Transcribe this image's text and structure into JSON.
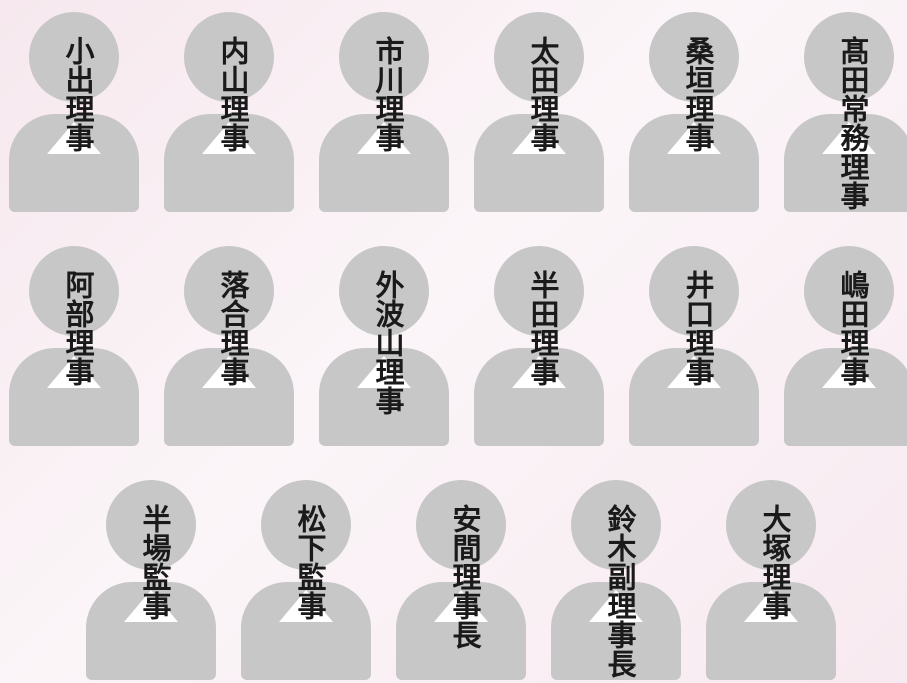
{
  "board": {
    "members": [
      {
        "name": "小出理事"
      },
      {
        "name": "内山理事"
      },
      {
        "name": "市川理事"
      },
      {
        "name": "太田理事"
      },
      {
        "name": "桑垣理事"
      },
      {
        "name": "髙田常務理事"
      },
      {
        "name": "阿部理事"
      },
      {
        "name": "落合理事"
      },
      {
        "name": "外波山理事"
      },
      {
        "name": "半田理事"
      },
      {
        "name": "井口理事"
      },
      {
        "name": "嶋田理事"
      },
      {
        "name": "半場監事"
      },
      {
        "name": "松下監事"
      },
      {
        "name": "安間理事長"
      },
      {
        "name": "鈴木副理事長"
      },
      {
        "name": "大塚理事"
      }
    ]
  }
}
